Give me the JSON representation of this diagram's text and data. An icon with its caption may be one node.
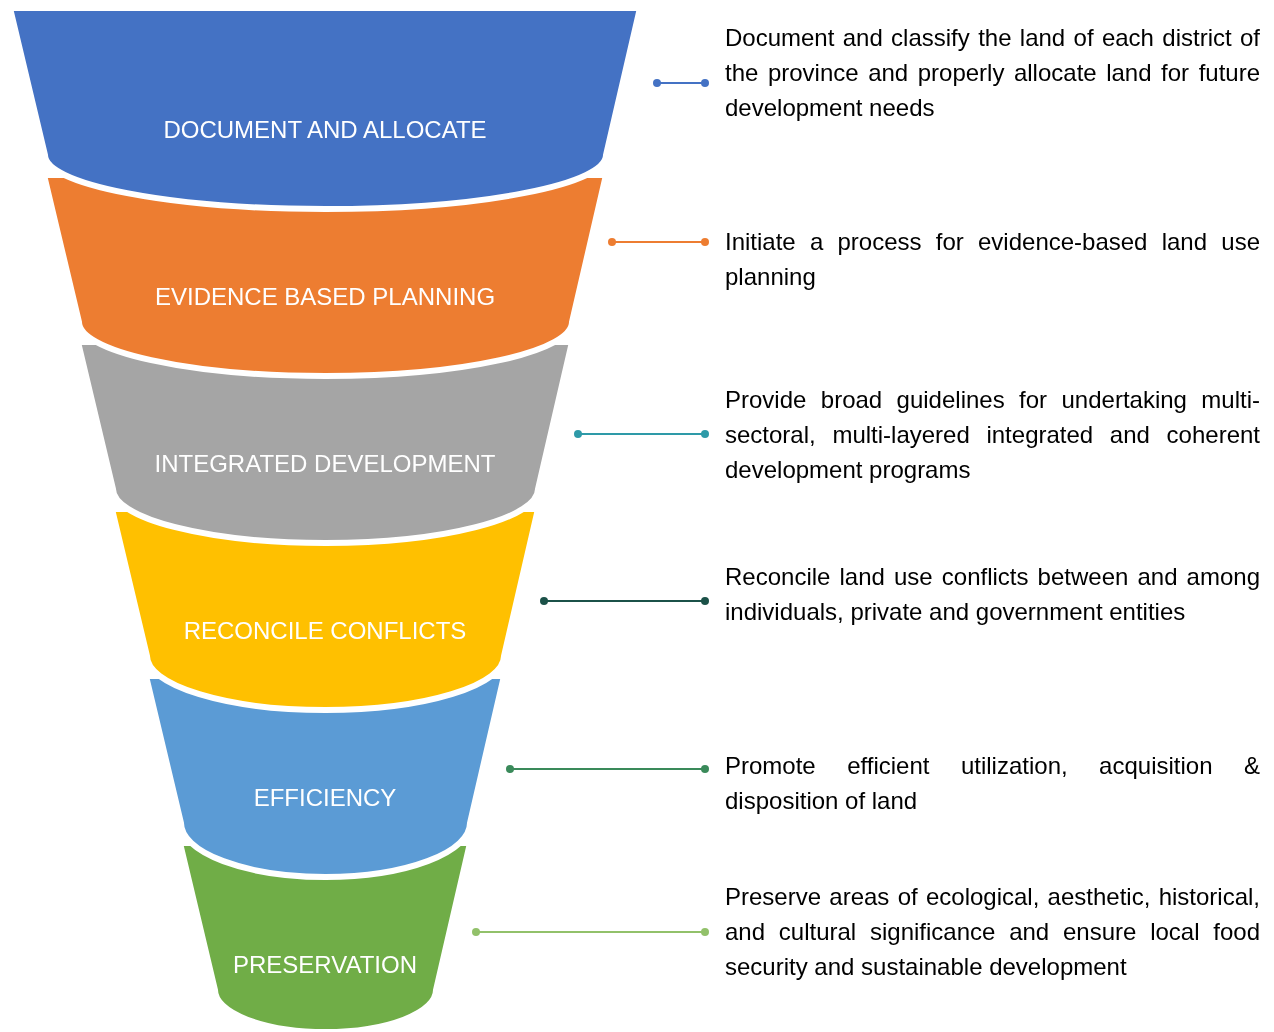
{
  "diagram": {
    "nodes": [
      {
        "text": [
          "DOCUMENT AND ALLOCATE"
        ]
      },
      {
        "text": [
          "EVIDENCE BASED PLANNING"
        ]
      },
      {
        "text": [
          "INTEGRATED DEVELOPMENT"
        ]
      },
      {
        "text": [
          "RECONCILE CONFLICTS"
        ]
      },
      {
        "text": [
          "EFFICIENCY"
        ]
      },
      {
        "text": [
          "PRESERVATION"
        ]
      },
      {
        "text": [
          "Document and classify the land of each district of the province and properly allocate land for future development needs"
        ]
      },
      {
        "text": [
          "Initiate a process for evidence-based land use planning"
        ]
      },
      {
        "text": [
          "Provide broad guidelines for undertaking multi-sectoral, multi-layered integrated and coherent development programs"
        ]
      },
      {
        "text": [
          "Reconcile land use conflicts between and among individuals, private and government entities"
        ]
      },
      {
        "text": [
          "Promote efficient utilization, acquisition & disposition of land"
        ]
      },
      {
        "text": [
          "Preserve areas of ecological, aesthetic, historical, and cultural significance and ensure local food security and sustainable development"
        ]
      }
    ],
    "edges": [
      {
        "from": 0,
        "to": 6,
        "arrow": "other",
        "color": "#4472c4"
      },
      {
        "from": 1,
        "to": 7,
        "arrow": "other",
        "color": "#ed7d31"
      },
      {
        "from": 2,
        "to": 8,
        "arrow": "other",
        "color": "#2e9aa8"
      },
      {
        "from": 3,
        "to": 9,
        "arrow": "other",
        "color": "#1b5148"
      },
      {
        "from": 4,
        "to": 10,
        "arrow": "other",
        "color": "#3a8a5a"
      },
      {
        "from": 5,
        "to": 11,
        "arrow": "other",
        "color": "#92c16a"
      }
    ]
  }
}
